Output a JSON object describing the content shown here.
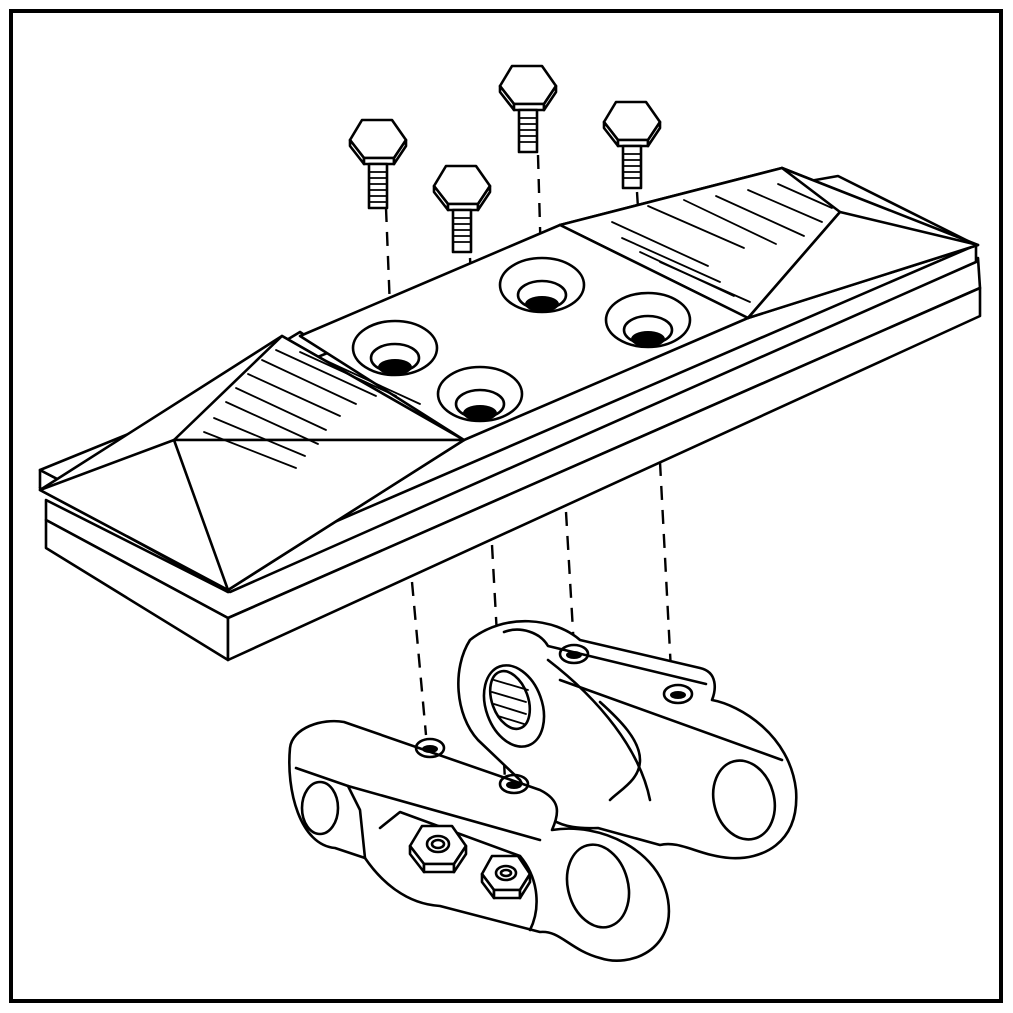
{
  "figure": {
    "description_kind": "exploded-assembly-line-drawing",
    "line_color": "#000000",
    "background_color": "#ffffff",
    "parts": {
      "bolts": {
        "count": 4,
        "icon": "hex-bolt-icon"
      },
      "track_pad": {
        "icon": "grouser-shoe-icon",
        "holes": 4
      },
      "track_links": {
        "count": 2,
        "icon": "chain-link-icon"
      },
      "nuts": {
        "count": 2,
        "icon": "hex-nut-icon"
      }
    }
  }
}
